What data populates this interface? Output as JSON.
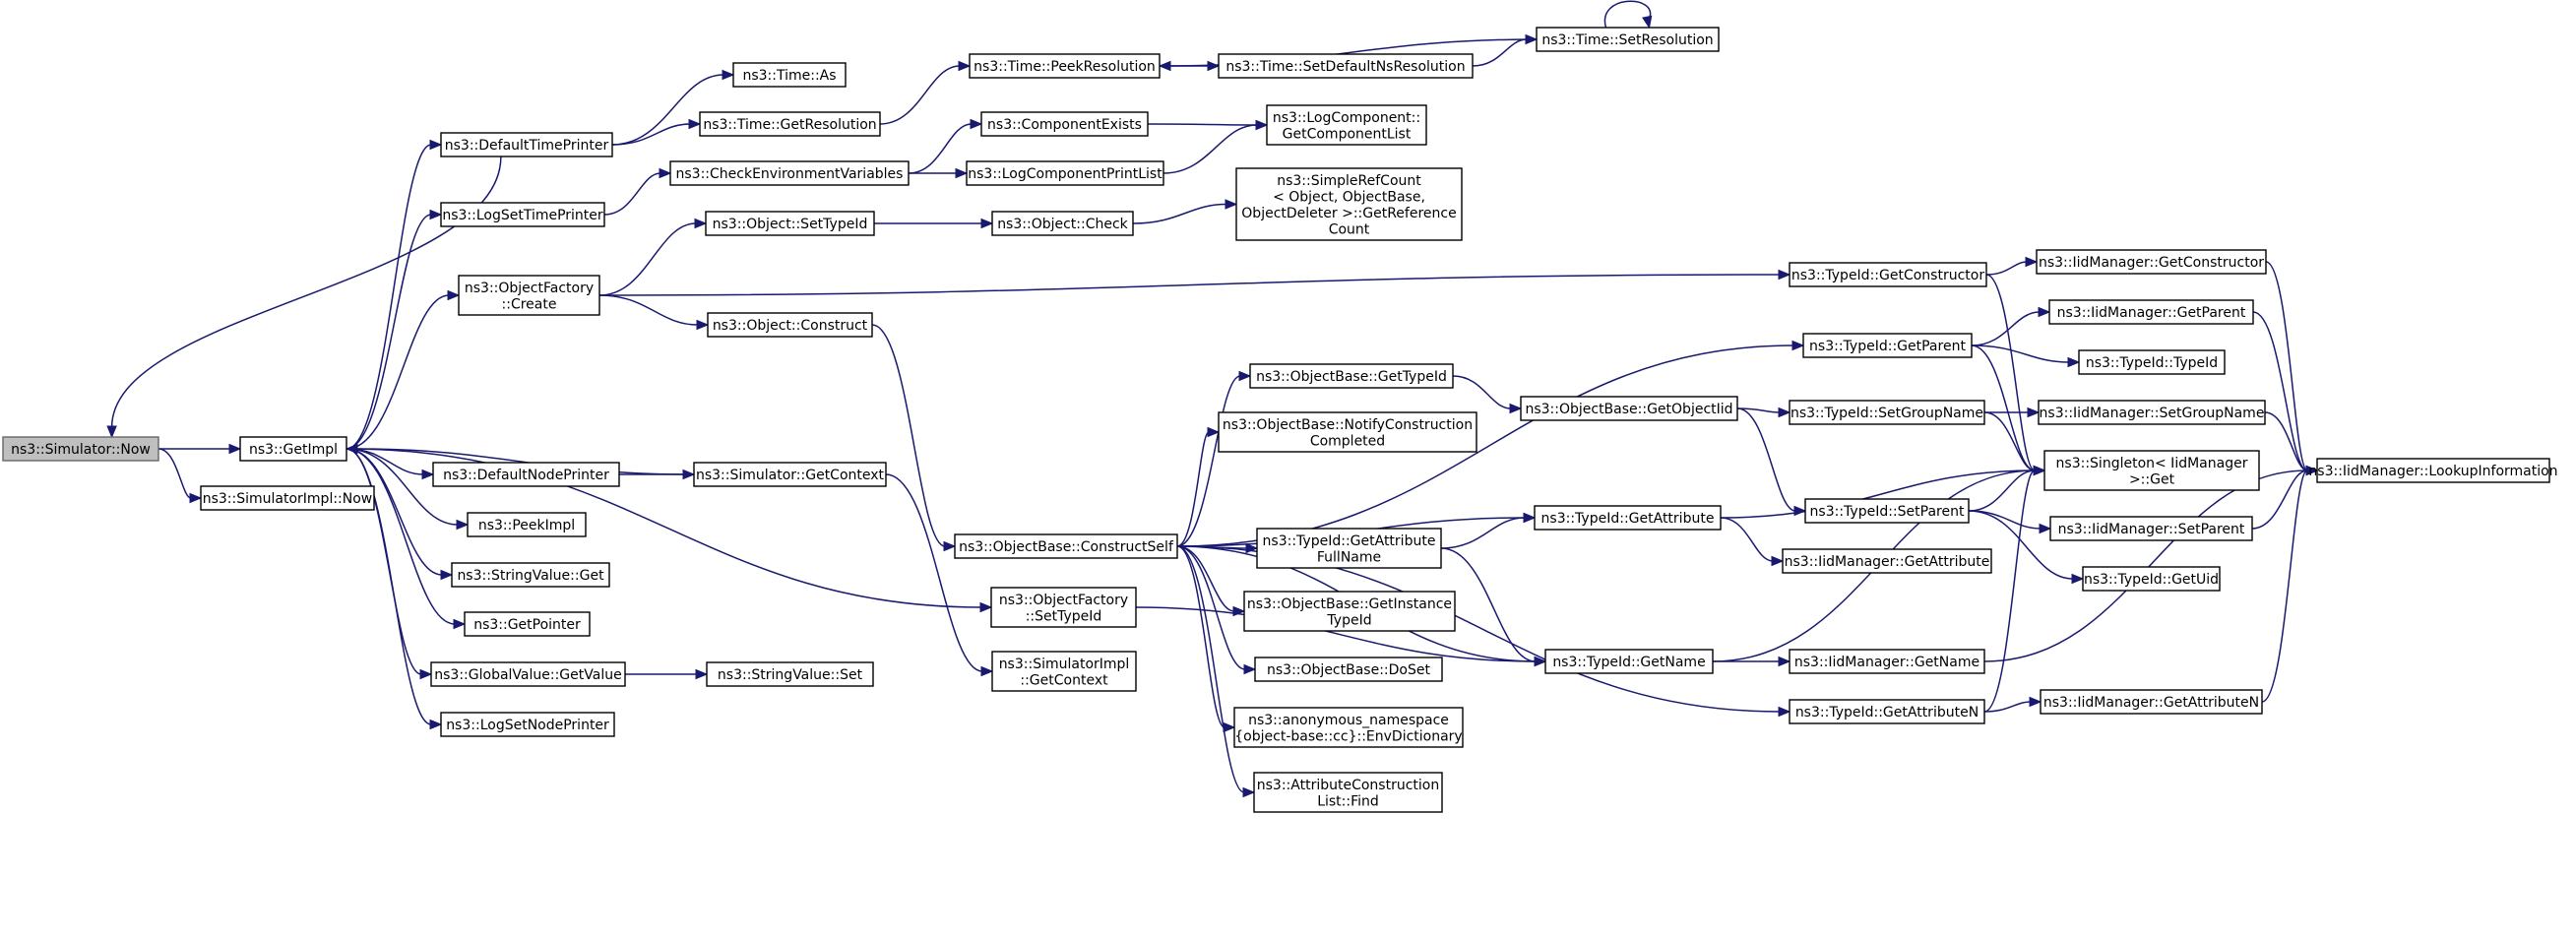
{
  "graph": {
    "colors": {
      "edge": "#191970",
      "node_border": "#000000",
      "root_fill": "#bfbfbf",
      "background": "#ffffff"
    },
    "nodes": [
      {
        "id": "simNow",
        "lines": [
          "ns3::Simulator::Now"
        ],
        "root": true
      },
      {
        "id": "simImplNow",
        "lines": [
          "ns3::SimulatorImpl::Now"
        ]
      },
      {
        "id": "getImpl",
        "lines": [
          "ns3::GetImpl"
        ]
      },
      {
        "id": "defTimePrinter",
        "lines": [
          "ns3::DefaultTimePrinter"
        ]
      },
      {
        "id": "logSetTimePrinter",
        "lines": [
          "ns3::LogSetTimePrinter"
        ]
      },
      {
        "id": "objFactoryCreate",
        "lines": [
          "ns3::ObjectFactory",
          "::Create"
        ]
      },
      {
        "id": "defNodePrinter",
        "lines": [
          "ns3::DefaultNodePrinter"
        ]
      },
      {
        "id": "peekImpl",
        "lines": [
          "ns3::PeekImpl"
        ]
      },
      {
        "id": "strValGet",
        "lines": [
          "ns3::StringValue::Get"
        ]
      },
      {
        "id": "getPointer",
        "lines": [
          "ns3::GetPointer"
        ]
      },
      {
        "id": "globalValGetValue",
        "lines": [
          "ns3::GlobalValue::GetValue"
        ]
      },
      {
        "id": "logSetNodePrinter",
        "lines": [
          "ns3::LogSetNodePrinter"
        ]
      },
      {
        "id": "timeAs",
        "lines": [
          "ns3::Time::As"
        ]
      },
      {
        "id": "timeGetRes",
        "lines": [
          "ns3::Time::GetResolution"
        ]
      },
      {
        "id": "checkEnvVars",
        "lines": [
          "ns3::CheckEnvironmentVariables"
        ]
      },
      {
        "id": "objSetTypeId",
        "lines": [
          "ns3::Object::SetTypeId"
        ]
      },
      {
        "id": "objConstruct",
        "lines": [
          "ns3::Object::Construct"
        ]
      },
      {
        "id": "simGetContext",
        "lines": [
          "ns3::Simulator::GetContext"
        ]
      },
      {
        "id": "strValSet",
        "lines": [
          "ns3::StringValue::Set"
        ]
      },
      {
        "id": "timePeekRes",
        "lines": [
          "ns3::Time::PeekResolution"
        ]
      },
      {
        "id": "compExists",
        "lines": [
          "ns3::ComponentExists"
        ]
      },
      {
        "id": "logCompPrintList",
        "lines": [
          "ns3::LogComponentPrintList"
        ]
      },
      {
        "id": "objCheck",
        "lines": [
          "ns3::Object::Check"
        ]
      },
      {
        "id": "objBaseConstructSelf",
        "lines": [
          "ns3::ObjectBase::ConstructSelf"
        ]
      },
      {
        "id": "objFactorySetTypeId",
        "lines": [
          "ns3::ObjectFactory",
          "::SetTypeId"
        ]
      },
      {
        "id": "simImplGetContext",
        "lines": [
          "ns3::SimulatorImpl",
          "::GetContext"
        ]
      },
      {
        "id": "timeSetDefNsRes",
        "lines": [
          "ns3::Time::SetDefaultNsResolution"
        ]
      },
      {
        "id": "logCompGetList",
        "lines": [
          "ns3::LogComponent::",
          "GetComponentList"
        ]
      },
      {
        "id": "simpleRefCount",
        "lines": [
          "ns3::SimpleRefCount",
          "< Object, ObjectBase,",
          "ObjectDeleter >::GetReference",
          "Count"
        ]
      },
      {
        "id": "objBaseGetTypeId",
        "lines": [
          "ns3::ObjectBase::GetTypeId"
        ]
      },
      {
        "id": "objBaseNotify",
        "lines": [
          "ns3::ObjectBase::NotifyConstruction",
          "Completed"
        ]
      },
      {
        "id": "typeIdGetAttrFullName",
        "lines": [
          "ns3::TypeId::GetAttribute",
          "FullName"
        ]
      },
      {
        "id": "objBaseGetInstTypeId",
        "lines": [
          "ns3::ObjectBase::GetInstance",
          "TypeId"
        ]
      },
      {
        "id": "objBaseDoSet",
        "lines": [
          "ns3::ObjectBase::DoSet"
        ]
      },
      {
        "id": "anonEnvDict",
        "lines": [
          "ns3::anonymous_namespace",
          "{object-base::cc}::EnvDictionary"
        ]
      },
      {
        "id": "attrConstrListFind",
        "lines": [
          "ns3::AttributeConstruction",
          "List::Find"
        ]
      },
      {
        "id": "timeSetRes",
        "lines": [
          "ns3::Time::SetResolution"
        ]
      },
      {
        "id": "objBaseGetObjIid",
        "lines": [
          "ns3::ObjectBase::GetObjectIid"
        ]
      },
      {
        "id": "typeIdGetAttr",
        "lines": [
          "ns3::TypeId::GetAttribute"
        ]
      },
      {
        "id": "typeIdGetName",
        "lines": [
          "ns3::TypeId::GetName"
        ]
      },
      {
        "id": "typeIdGetConstructor",
        "lines": [
          "ns3::TypeId::GetConstructor"
        ]
      },
      {
        "id": "typeIdGetParent",
        "lines": [
          "ns3::TypeId::GetParent"
        ]
      },
      {
        "id": "typeIdSetGroupName",
        "lines": [
          "ns3::TypeId::SetGroupName"
        ]
      },
      {
        "id": "typeIdSetParent",
        "lines": [
          "ns3::TypeId::SetParent"
        ]
      },
      {
        "id": "iidMgrGetAttr",
        "lines": [
          "ns3::IidManager::GetAttribute"
        ]
      },
      {
        "id": "iidMgrGetName",
        "lines": [
          "ns3::IidManager::GetName"
        ]
      },
      {
        "id": "typeIdGetAttrN",
        "lines": [
          "ns3::TypeId::GetAttributeN"
        ]
      },
      {
        "id": "iidMgrGetConstructor",
        "lines": [
          "ns3::IidManager::GetConstructor"
        ]
      },
      {
        "id": "iidMgrGetParent",
        "lines": [
          "ns3::IidManager::GetParent"
        ]
      },
      {
        "id": "typeIdTypeId",
        "lines": [
          "ns3::TypeId::TypeId"
        ]
      },
      {
        "id": "iidMgrSetGroupName",
        "lines": [
          "ns3::IidManager::SetGroupName"
        ]
      },
      {
        "id": "singletonGet",
        "lines": [
          "ns3::Singleton< IidManager",
          ">::Get"
        ]
      },
      {
        "id": "iidMgrSetParent",
        "lines": [
          "ns3::IidManager::SetParent"
        ]
      },
      {
        "id": "typeIdGetUid",
        "lines": [
          "ns3::TypeId::GetUid"
        ]
      },
      {
        "id": "iidMgrGetAttrN",
        "lines": [
          "ns3::IidManager::GetAttributeN"
        ]
      },
      {
        "id": "iidMgrLookupInfo",
        "lines": [
          "ns3::IidManager::LookupInformation"
        ]
      }
    ],
    "edges": [
      [
        "simNow",
        "simImplNow"
      ],
      [
        "simNow",
        "getImpl"
      ],
      [
        "getImpl",
        "defTimePrinter"
      ],
      [
        "getImpl",
        "logSetTimePrinter"
      ],
      [
        "getImpl",
        "objFactoryCreate"
      ],
      [
        "getImpl",
        "defNodePrinter"
      ],
      [
        "getImpl",
        "peekImpl"
      ],
      [
        "getImpl",
        "strValGet"
      ],
      [
        "getImpl",
        "getPointer"
      ],
      [
        "getImpl",
        "globalValGetValue"
      ],
      [
        "getImpl",
        "logSetNodePrinter"
      ],
      [
        "getImpl",
        "objFactorySetTypeId"
      ],
      [
        "defTimePrinter",
        "simNow"
      ],
      [
        "defTimePrinter",
        "timeAs"
      ],
      [
        "defTimePrinter",
        "timeGetRes"
      ],
      [
        "timeGetRes",
        "timePeekRes"
      ],
      [
        "timePeekRes",
        "timeSetDefNsRes"
      ],
      [
        "timeSetDefNsRes",
        "timeSetRes"
      ],
      [
        "timeSetRes",
        "timePeekRes"
      ],
      [
        "timeSetRes",
        "timeSetRes"
      ],
      [
        "logSetTimePrinter",
        "checkEnvVars"
      ],
      [
        "checkEnvVars",
        "compExists"
      ],
      [
        "checkEnvVars",
        "logCompPrintList"
      ],
      [
        "compExists",
        "logCompGetList"
      ],
      [
        "logCompPrintList",
        "logCompGetList"
      ],
      [
        "objFactoryCreate",
        "objSetTypeId"
      ],
      [
        "objFactoryCreate",
        "objConstruct"
      ],
      [
        "objFactoryCreate",
        "typeIdGetConstructor"
      ],
      [
        "objSetTypeId",
        "objCheck"
      ],
      [
        "objCheck",
        "simpleRefCount"
      ],
      [
        "objConstruct",
        "objBaseConstructSelf"
      ],
      [
        "defNodePrinter",
        "simGetContext"
      ],
      [
        "simGetContext",
        "getImpl"
      ],
      [
        "simGetContext",
        "simImplGetContext"
      ],
      [
        "globalValGetValue",
        "strValSet"
      ],
      [
        "objBaseConstructSelf",
        "objBaseGetTypeId"
      ],
      [
        "objBaseConstructSelf",
        "objBaseNotify"
      ],
      [
        "objBaseConstructSelf",
        "typeIdGetAttrFullName"
      ],
      [
        "objBaseConstructSelf",
        "objBaseGetInstTypeId"
      ],
      [
        "objBaseConstructSelf",
        "objBaseDoSet"
      ],
      [
        "objBaseConstructSelf",
        "anonEnvDict"
      ],
      [
        "objBaseConstructSelf",
        "attrConstrListFind"
      ],
      [
        "objBaseConstructSelf",
        "typeIdGetParent"
      ],
      [
        "objBaseConstructSelf",
        "typeIdGetAttr"
      ],
      [
        "objBaseConstructSelf",
        "typeIdGetName"
      ],
      [
        "objBaseConstructSelf",
        "typeIdGetAttrN"
      ],
      [
        "objBaseGetTypeId",
        "objBaseGetObjIid"
      ],
      [
        "objBaseGetObjIid",
        "typeIdSetGroupName"
      ],
      [
        "objBaseGetObjIid",
        "typeIdSetParent"
      ],
      [
        "typeIdGetAttrFullName",
        "typeIdGetAttr"
      ],
      [
        "typeIdGetAttrFullName",
        "typeIdGetName"
      ],
      [
        "typeIdGetAttr",
        "iidMgrGetAttr"
      ],
      [
        "typeIdGetAttr",
        "singletonGet"
      ],
      [
        "typeIdGetName",
        "iidMgrGetName"
      ],
      [
        "typeIdGetName",
        "singletonGet"
      ],
      [
        "objFactorySetTypeId",
        "typeIdGetName"
      ],
      [
        "typeIdGetConstructor",
        "iidMgrGetConstructor"
      ],
      [
        "typeIdGetConstructor",
        "singletonGet"
      ],
      [
        "typeIdGetParent",
        "iidMgrGetParent"
      ],
      [
        "typeIdGetParent",
        "typeIdTypeId"
      ],
      [
        "typeIdGetParent",
        "singletonGet"
      ],
      [
        "typeIdSetGroupName",
        "iidMgrSetGroupName"
      ],
      [
        "typeIdSetGroupName",
        "singletonGet"
      ],
      [
        "typeIdSetParent",
        "iidMgrSetParent"
      ],
      [
        "typeIdSetParent",
        "typeIdGetUid"
      ],
      [
        "typeIdSetParent",
        "singletonGet"
      ],
      [
        "typeIdGetAttrN",
        "iidMgrGetAttrN"
      ],
      [
        "typeIdGetAttrN",
        "singletonGet"
      ],
      [
        "iidMgrGetConstructor",
        "iidMgrLookupInfo"
      ],
      [
        "iidMgrGetParent",
        "iidMgrLookupInfo"
      ],
      [
        "iidMgrSetGroupName",
        "iidMgrLookupInfo"
      ],
      [
        "iidMgrSetParent",
        "iidMgrLookupInfo"
      ],
      [
        "iidMgrGetName",
        "iidMgrLookupInfo"
      ],
      [
        "iidMgrGetAttrN",
        "iidMgrLookupInfo"
      ]
    ]
  }
}
